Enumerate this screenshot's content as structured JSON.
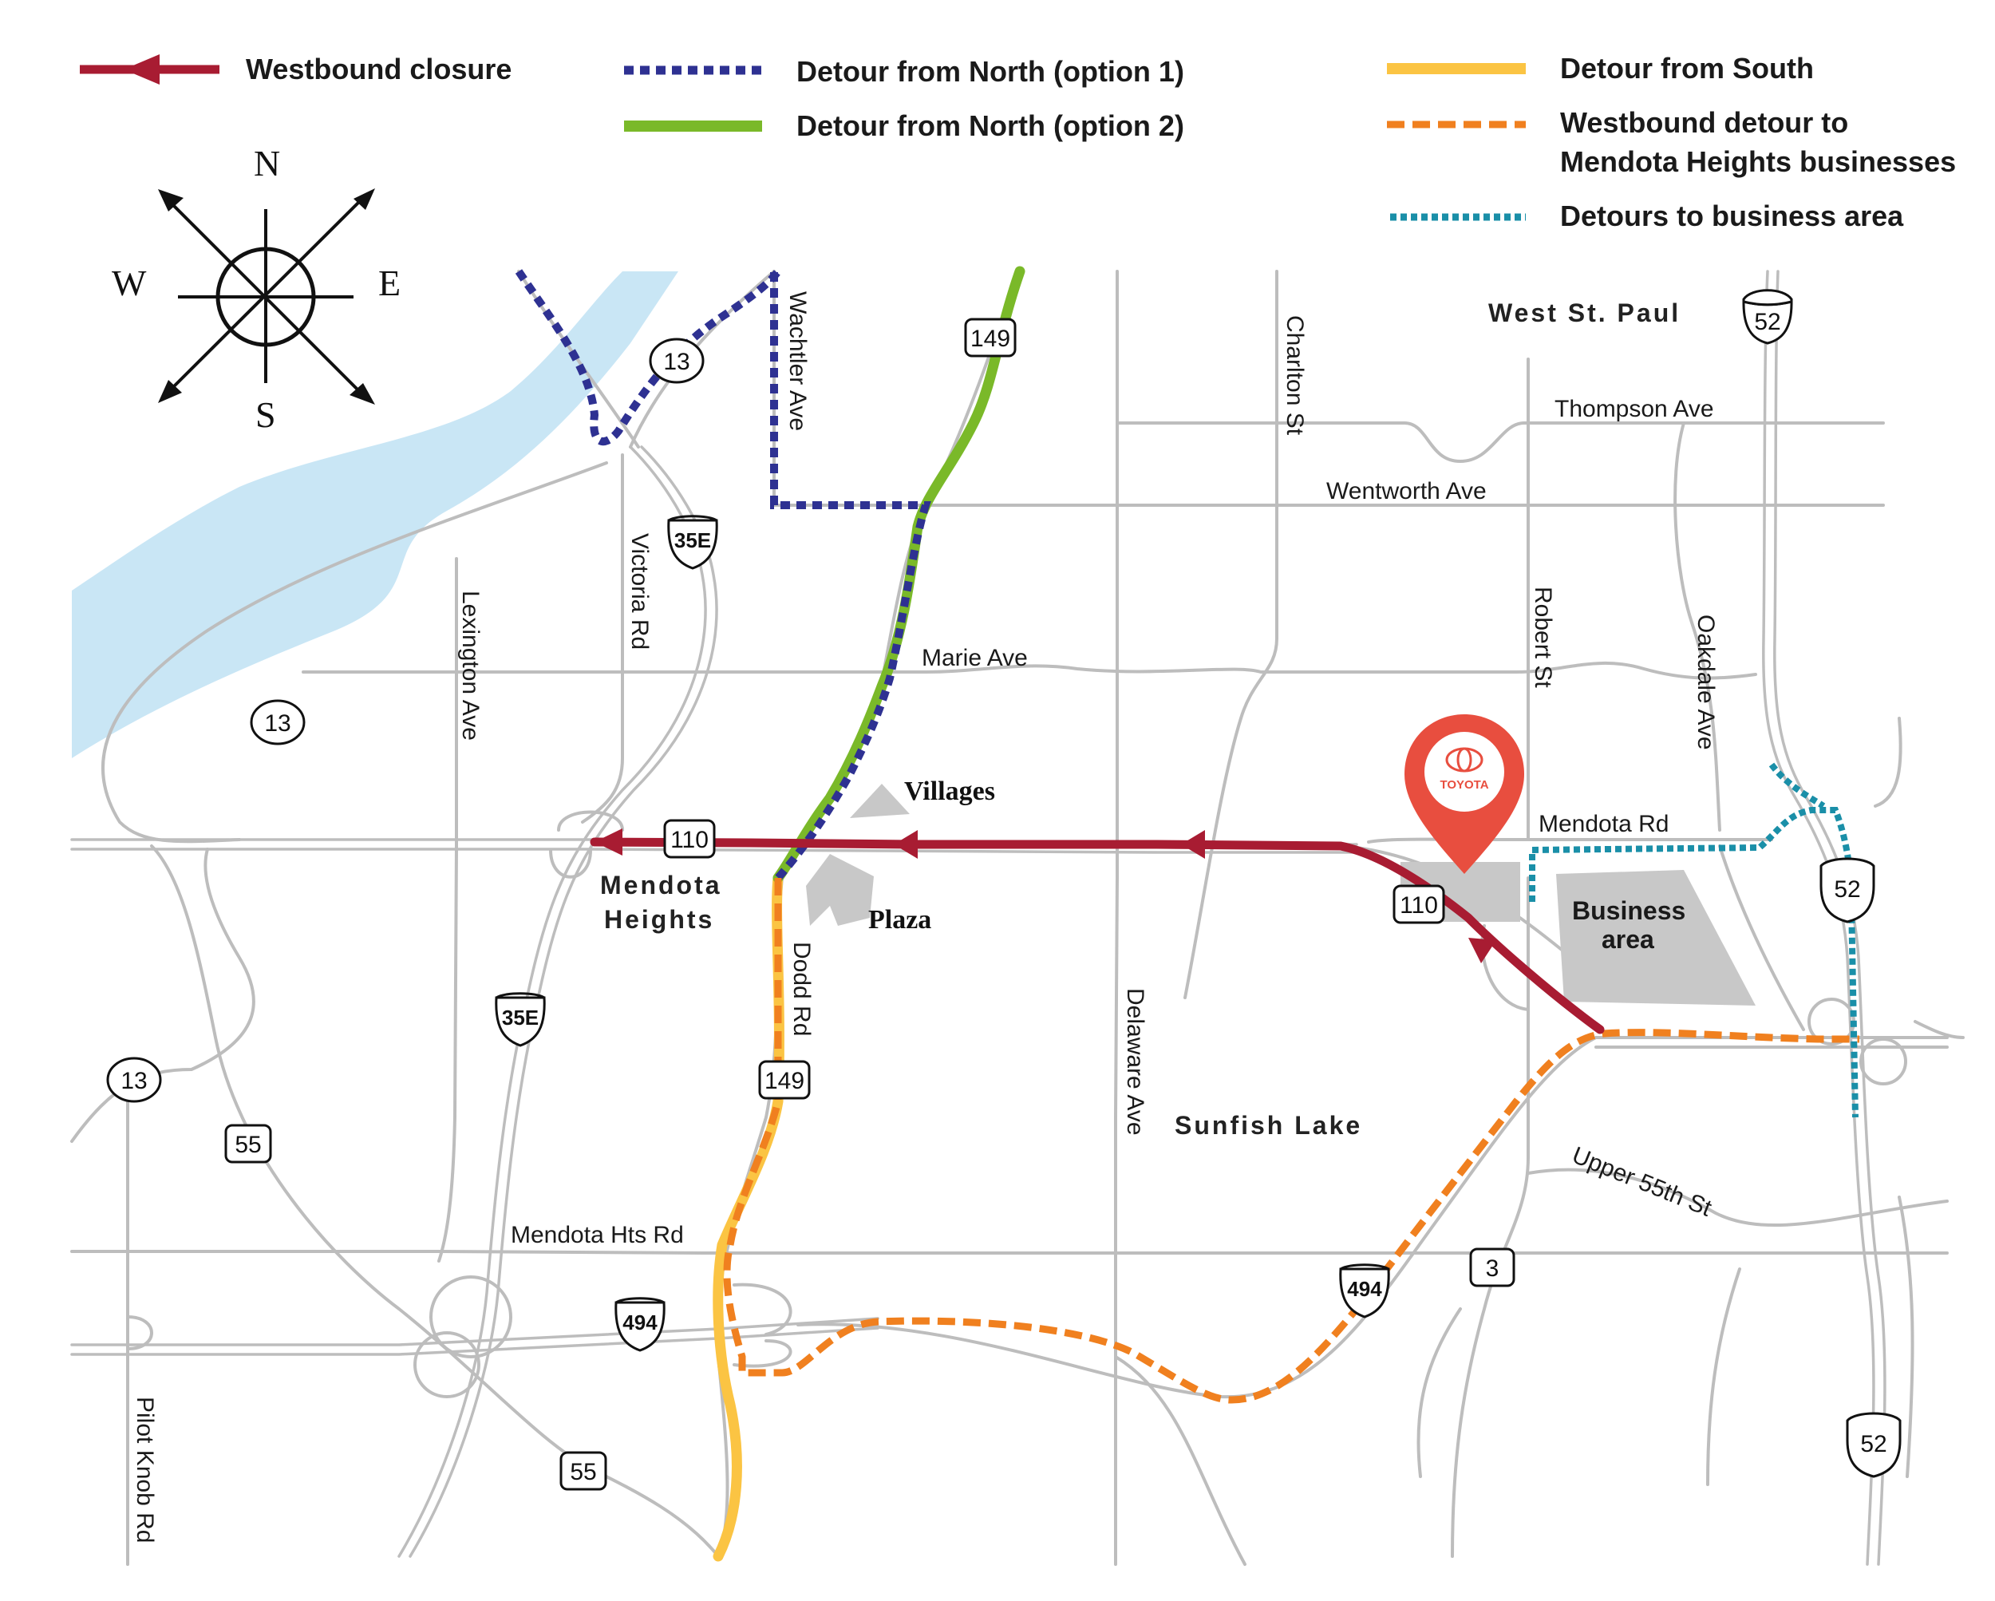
{
  "legend": {
    "westbound_closure": "Westbound closure",
    "detour_north_1": "Detour from North (option 1)",
    "detour_north_2": "Detour from North (option 2)",
    "detour_south": "Detour from South",
    "westbound_detour_line1": "Westbound detour to",
    "westbound_detour_line2": "Mendota Heights businesses",
    "detours_business": "Detours to business area"
  },
  "compass": {
    "n": "N",
    "s": "S",
    "e": "E",
    "w": "W"
  },
  "places": {
    "west_st_paul": "West St. Paul",
    "mendota_heights_line1": "Mendota",
    "mendota_heights_line2": "Heights",
    "sunfish_lake": "Sunfish Lake",
    "villages": "Villages",
    "plaza": "Plaza",
    "business_area_line1": "Business",
    "business_area_line2": "area",
    "toyota": "TOYOTA"
  },
  "streets": {
    "wachtler": "Wachtler Ave",
    "charlton": "Charlton St",
    "thompson": "Thompson Ave",
    "wentworth": "Wentworth Ave",
    "victoria": "Victoria Rd",
    "lexington": "Lexington Ave",
    "marie": "Marie Ave",
    "robert": "Robert St",
    "oakdale": "Oakdale Ave",
    "mendota_rd": "Mendota Rd",
    "dodd": "Dodd Rd",
    "delaware": "Delaware Ave",
    "upper_55th": "Upper 55th St",
    "mendota_hts_rd": "Mendota Hts Rd",
    "pilot_knob": "Pilot Knob Rd"
  },
  "shields": {
    "r13_a": "13",
    "r13_b": "13",
    "r13_c": "13",
    "r149_a": "149",
    "r149_b": "149",
    "r52_a": "52",
    "r52_b": "52",
    "r52_c": "52",
    "i35e_a": "35E",
    "i35e_b": "35E",
    "r110_a": "110",
    "r110_b": "110",
    "r55_a": "55",
    "r55_b": "55",
    "i494_a": "494",
    "i494_b": "494",
    "r3": "3"
  },
  "colors": {
    "closure": "#a81c32",
    "north1": "#2e3192",
    "north2": "#7ab929",
    "south": "#fbc443",
    "westbound_detour": "#f0801f",
    "business_detour": "#1a8fa8",
    "water": "#c9e6f5",
    "road": "#bdbdbd",
    "pin": "#e84e3f"
  }
}
